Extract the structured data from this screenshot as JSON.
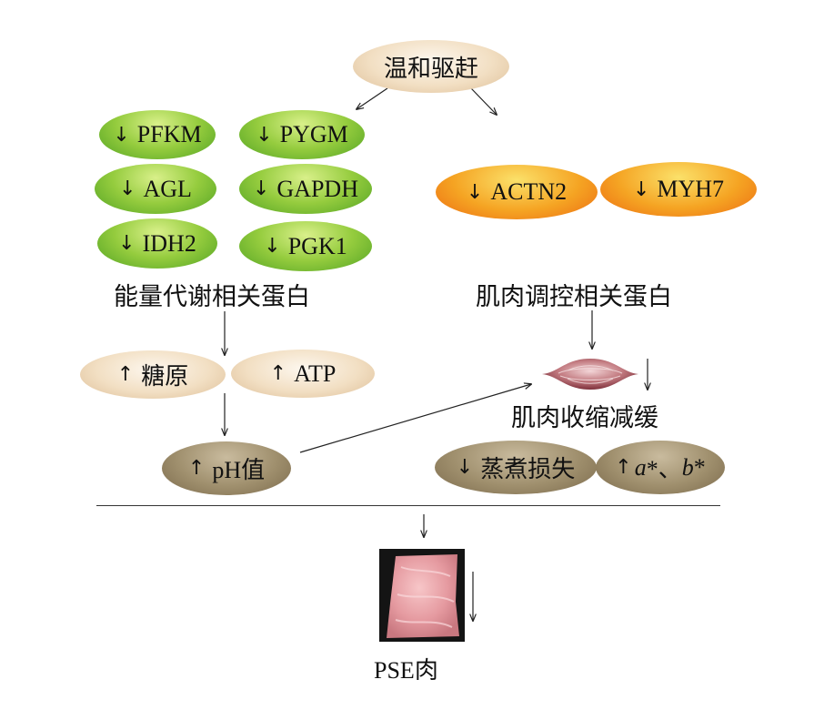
{
  "top": {
    "text": "温和驱赶"
  },
  "energy_proteins": [
    {
      "arrow": "↓",
      "name": "PFKM"
    },
    {
      "arrow": "↓",
      "name": "PYGM"
    },
    {
      "arrow": "↓",
      "name": "AGL"
    },
    {
      "arrow": "↓",
      "name": "GAPDH"
    },
    {
      "arrow": "↓",
      "name": "IDH2"
    },
    {
      "arrow": "↓",
      "name": "PGK1"
    }
  ],
  "muscle_proteins": [
    {
      "arrow": "↓",
      "name": "ACTN2"
    },
    {
      "arrow": "↓",
      "name": "MYH7"
    }
  ],
  "labels": {
    "energy_group": "能量代谢相关蛋白",
    "muscle_group": "肌肉调控相关蛋白",
    "muscle_effect": "肌肉收缩减缓"
  },
  "middle": {
    "glycogen": {
      "arrow": "↑",
      "name": "糖原"
    },
    "atp": {
      "arrow": "↑",
      "name": "ATP"
    },
    "ph": {
      "arrow": "↑",
      "name": "pH值"
    }
  },
  "outcomes": {
    "cooking_loss": {
      "arrow": "↓",
      "name": "蒸煮损失"
    },
    "color": {
      "arrow": "↑",
      "a": "a",
      "star_sep": "*、",
      "b": "b",
      "star": "*"
    }
  },
  "bottom": {
    "pse": "PSE",
    "pse_cn": "肉"
  },
  "colors": {
    "green": "#8cc63f",
    "orange": "#f39a1e",
    "beige": "#f2dfc3",
    "taupe": "#9f8f6d",
    "muscle": "#b06870",
    "meat": "#e9a3a8"
  }
}
